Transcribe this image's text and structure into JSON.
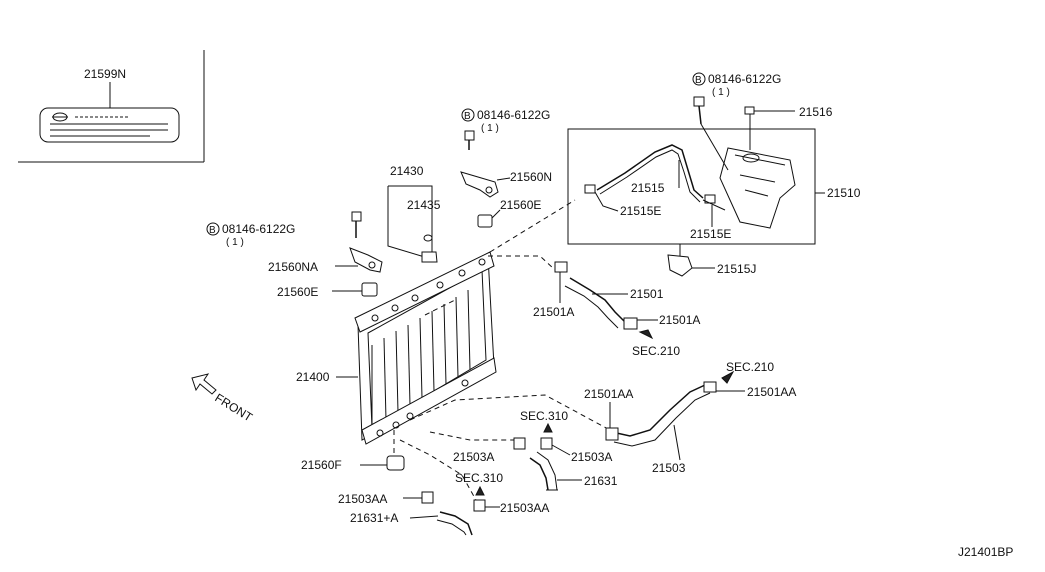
{
  "labels": {
    "label_21599N": "21599N",
    "bolt_note_1": "08146-6122G",
    "bolt_qty_1": "( 1 )",
    "bolt_note_2": "08146-6122G",
    "bolt_qty_2": "( 1 )",
    "bolt_note_3": "08146-6122G",
    "bolt_qty_3": "( 1 )",
    "bolt_prefix": "B",
    "p21516": "21516",
    "p21510": "21510",
    "p21515": "21515",
    "p21515E_a": "21515E",
    "p21515E_b": "21515E",
    "p21515J": "21515J",
    "p21430": "21430",
    "p21435": "21435",
    "p21560N": "21560N",
    "p21560E_a": "21560E",
    "p21560NA": "21560NA",
    "p21560E_b": "21560E",
    "p21501": "21501",
    "p21501A_a": "21501A",
    "p21501A_b": "21501A",
    "sec210_a": "SEC.210",
    "p21400": "21400",
    "front": "FRONT",
    "sec210_b": "SEC.210",
    "p21501AA_a": "21501AA",
    "p21501AA_b": "21501AA",
    "sec310_a": "SEC.310",
    "p21503A_a": "21503A",
    "p21503A_b": "21503A",
    "p21503": "21503",
    "p21560F": "21560F",
    "sec310_b": "SEC.310",
    "p21631": "21631",
    "p21503AA_a": "21503AA",
    "p21503AA_b": "21503AA",
    "p21631A": "21631+A",
    "diagram_id": "J21401BP"
  }
}
